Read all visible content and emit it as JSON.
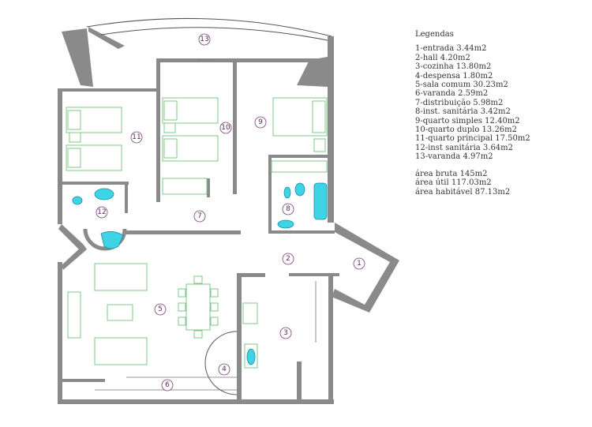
{
  "legend": {
    "title": "Legendas",
    "items": [
      "1-entrada 3.44m2",
      "2-hall 4.20m2",
      "3-cozinha 13.80m2",
      "4-despensa 1.80m2",
      "5-sala comum 30.23m2",
      "6-varanda 2.59m2",
      "7-distribuição 5.98m2",
      "8-inst. sanitária 3.42m2",
      "9-quarto simples 12.40m2",
      "10-quarto duplo 13.26m2",
      "11-quarto principal 17.50m2",
      "12-inst sanitária 3.64m2",
      "13-varanda 4.97m2"
    ],
    "areas": [
      "área bruta 145m2",
      "área útil 117.03m2",
      "área habitável 87.13m2"
    ]
  },
  "rooms": [
    {
      "id": "room-1",
      "label": "1"
    },
    {
      "id": "room-2",
      "label": "2"
    },
    {
      "id": "room-3",
      "label": "3"
    },
    {
      "id": "room-4",
      "label": "4"
    },
    {
      "id": "room-5",
      "label": "5"
    },
    {
      "id": "room-6",
      "label": "6"
    },
    {
      "id": "room-7",
      "label": "7"
    },
    {
      "id": "room-8",
      "label": "8"
    },
    {
      "id": "room-9",
      "label": "9"
    },
    {
      "id": "room-10",
      "label": "10"
    },
    {
      "id": "room-11",
      "label": "11"
    },
    {
      "id": "room-12",
      "label": "12"
    },
    {
      "id": "room-13",
      "label": "13"
    }
  ],
  "colors": {
    "wall": "#8a8a8a",
    "furniture": "#7ec98a",
    "sanitary": "#3fd3e6",
    "room_marker": "#7a3e7a"
  }
}
